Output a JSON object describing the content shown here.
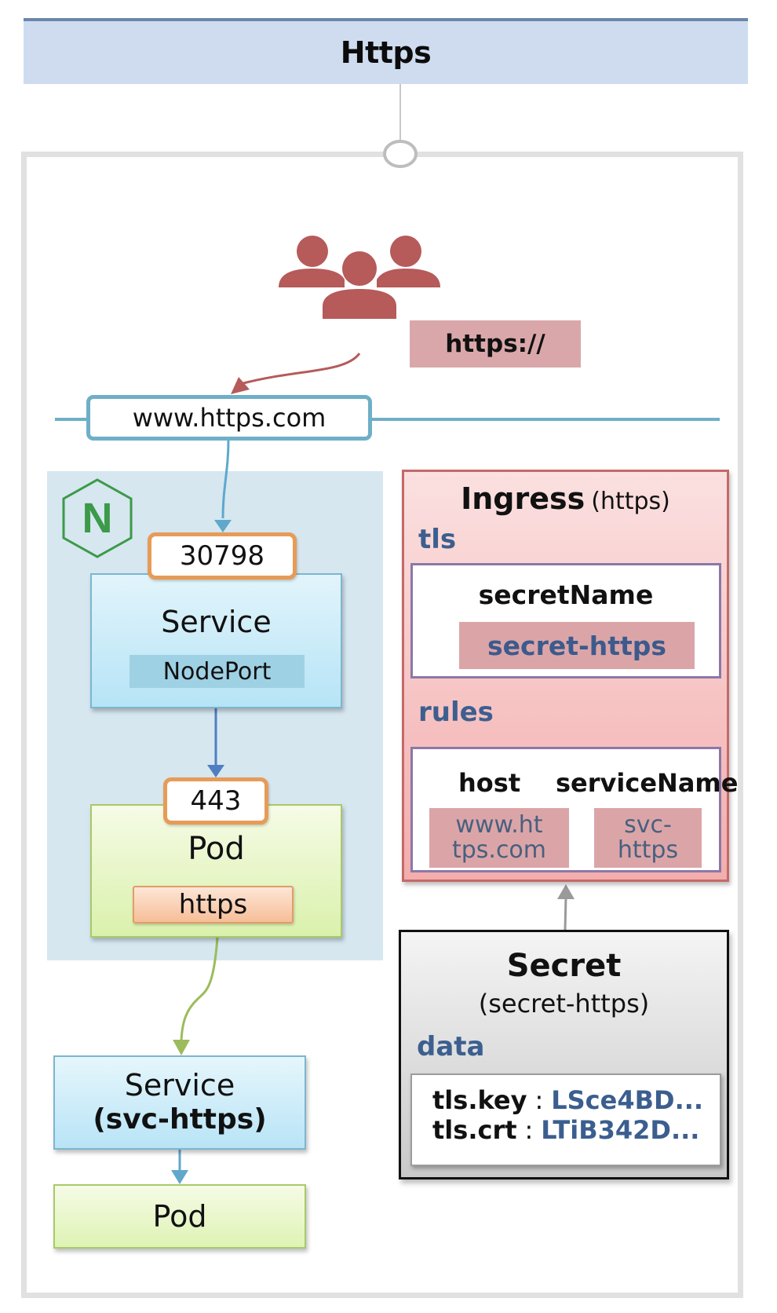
{
  "header": {
    "title": "Https"
  },
  "client": {
    "icon": "users-group-icon",
    "protocol_label": "https://"
  },
  "domain_box": {
    "label": "www.https.com"
  },
  "nginx": {
    "icon": "nginx-logo-icon",
    "logo_letter": "N",
    "service": {
      "port": "30798",
      "title": "Service",
      "type": "NodePort"
    },
    "pod": {
      "port": "443",
      "title": "Pod",
      "container": "https"
    }
  },
  "backend": {
    "service": {
      "title": "Service",
      "name": "(svc-https)"
    },
    "pod": {
      "title": "Pod"
    }
  },
  "ingress": {
    "title": "Ingress",
    "subtitle": "(https)",
    "tls": {
      "label": "tls",
      "secret_name_key": "secretName",
      "secret_name_value": "secret-https"
    },
    "rules": {
      "label": "rules",
      "host_key": "host",
      "host_value_line1": "www.ht",
      "host_value_line2": "tps.com",
      "service_name_key": "serviceName",
      "service_name_line1": "svc-",
      "service_name_line2": "https"
    }
  },
  "secret": {
    "title": "Secret",
    "subtitle": "(secret-https)",
    "data_label": "data",
    "entries": [
      {
        "key": "tls.key",
        "sep": ":",
        "value": "LSce4BD..."
      },
      {
        "key": "tls.crt",
        "sep": ":",
        "value": "LTiB342D..."
      }
    ]
  },
  "colors": {
    "header_bg": "#cfdcf0",
    "client_red": "#b65a5a",
    "ingress_border": "#c56969",
    "section_blue": "#3c5f8f",
    "nginx_green": "#3c9a48",
    "arrow_blue": "#5fa8cc",
    "arrow_green": "#9cbb5c"
  }
}
